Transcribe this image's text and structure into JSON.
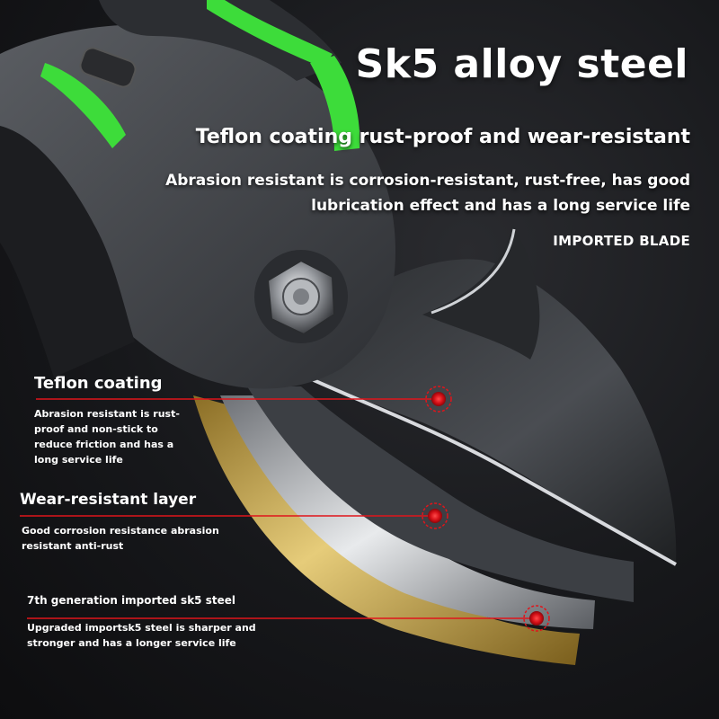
{
  "header": {
    "title": "Sk5 alloy steel",
    "subtitle": "Teflon coating rust-proof and wear-resistant",
    "description": "Abrasion resistant is corrosion-resistant, rust-free, has good lubrication effect and has a long service life",
    "tag": "IMPORTED BLADE"
  },
  "callouts": [
    {
      "title": "Teflon coating",
      "description": "Abrasion resistant is rust-proof and non-stick to reduce friction and has a long service life"
    },
    {
      "title": "Wear-resistant layer",
      "description": "Good corrosion resistance abrasion resistant anti-rust"
    },
    {
      "title": "7th generation imported sk5 steel",
      "description": "Upgraded importsk5 steel is sharper and stronger and has a longer service life"
    }
  ],
  "colors": {
    "accent_green": "#3ddc3a",
    "marker_red": "#e0151b",
    "blade_gold": "#c9a74a",
    "handle_gray": "#4a4d52"
  },
  "icons": {
    "marker": "red-target-dot-icon",
    "pivot": "pivot-bolt-icon"
  }
}
